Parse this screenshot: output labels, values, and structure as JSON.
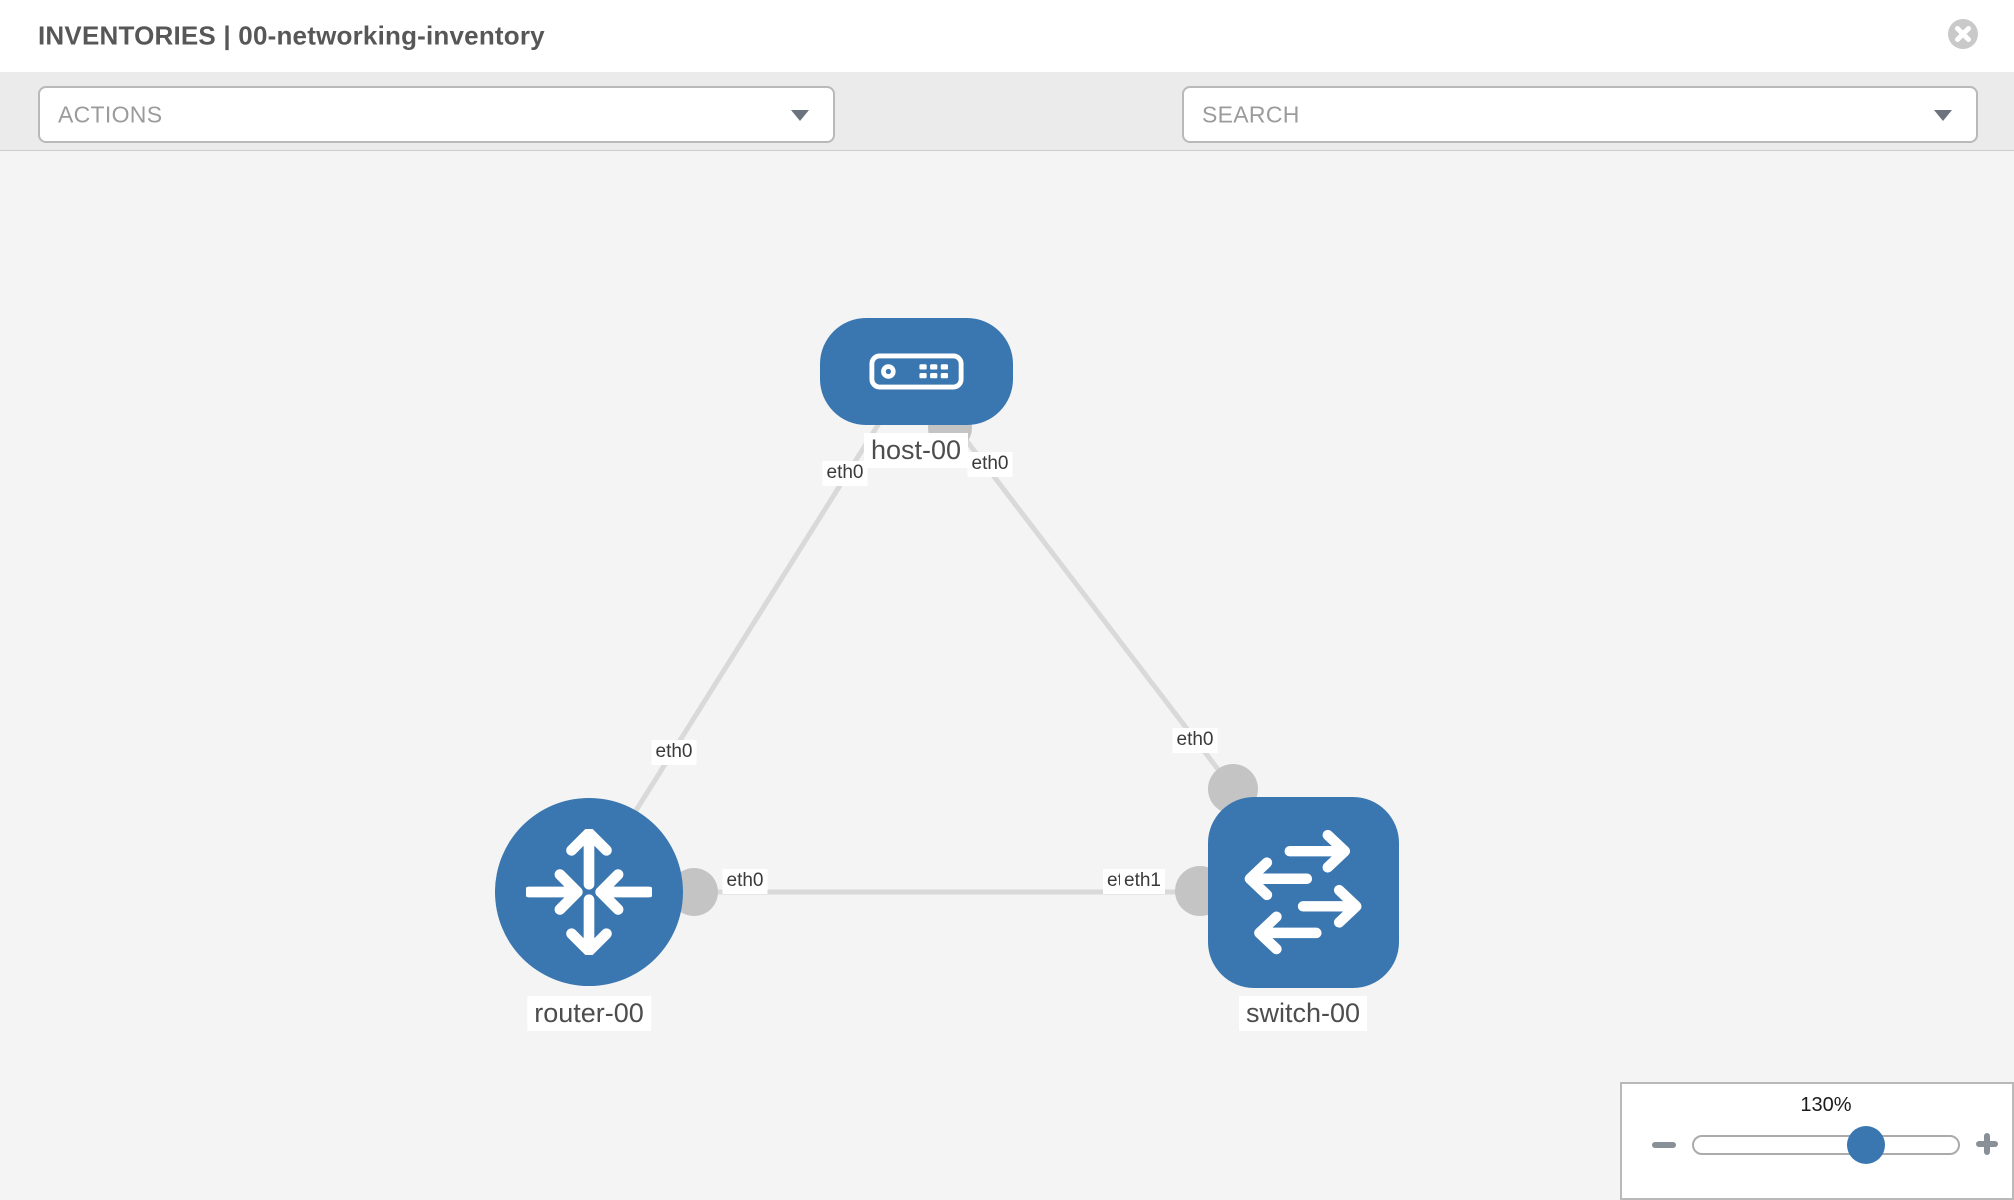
{
  "header": {
    "title": "INVENTORIES | 00-networking-inventory"
  },
  "toolbar": {
    "actions_label": "ACTIONS",
    "search_placeholder": "SEARCH",
    "tool_icons": [
      "wrench-icon",
      "key-icon"
    ]
  },
  "topology": {
    "nodes": [
      {
        "label": "host-00",
        "type": "host",
        "icon": "host-device-icon"
      },
      {
        "label": "router-00",
        "type": "router",
        "icon": "router-arrows-icon"
      },
      {
        "label": "switch-00",
        "type": "switch",
        "icon": "switch-arrows-icon"
      }
    ],
    "links": [
      {
        "from": "host-00",
        "to": "router-00"
      },
      {
        "from": "host-00",
        "to": "switch-00"
      },
      {
        "from": "router-00",
        "to": "switch-00"
      }
    ],
    "iface_labels": [
      {
        "id": "host-left",
        "text": "eth0"
      },
      {
        "id": "host-right",
        "text": "eth0"
      },
      {
        "id": "router-top",
        "text": "eth0"
      },
      {
        "id": "switch-top",
        "text": "eth0"
      },
      {
        "id": "mid-router-side",
        "text": "eth0"
      },
      {
        "id": "mid-back",
        "text": "eth0"
      },
      {
        "id": "mid-switch-side",
        "text": "eth1"
      }
    ]
  },
  "zoom_panel": {
    "level": "130%"
  },
  "colors": {
    "node_blue": "#3a76b0",
    "link_gray": "#d9d9d9",
    "endpoint_gray": "#c4c4c4",
    "icon_gray": "#6d737c",
    "toolbar_bg": "#ebebeb",
    "canvas_bg": "#f4f4f4"
  }
}
